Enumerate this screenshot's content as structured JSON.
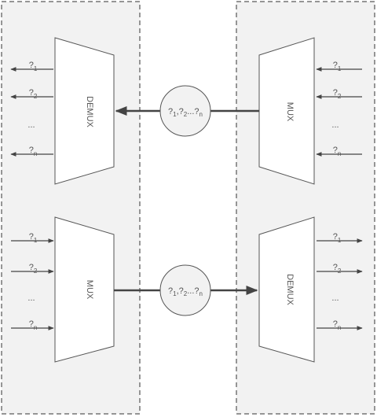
{
  "blocks": {
    "left_top": "DEMUX",
    "left_bottom": "MUX",
    "right_top": "MUX",
    "right_bottom": "DEMUX"
  },
  "channel_labels": [
    "?",
    "?",
    "..."
  ],
  "channel_subs": [
    "1",
    "2",
    "n"
  ],
  "ellipsis": "...",
  "bubble": {
    "parts": [
      "?",
      "1",
      ",?",
      "2",
      "...?",
      "n"
    ]
  },
  "colors": {
    "panel_fill": "#f2f2f2",
    "panel_border": "#333333",
    "block_fill": "#ffffff",
    "line": "#444444"
  }
}
